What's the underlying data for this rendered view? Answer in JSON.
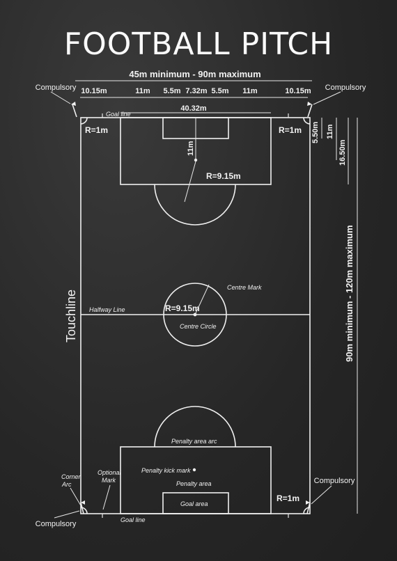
{
  "title": "FOOTBALL PITCH",
  "width_range": "45m minimum -  90m maximum",
  "length_range": "90m minimum - 120m maximum",
  "dimensions": {
    "corner_width": "10.15m",
    "penalty_side": "11m",
    "goal_side": "5.5m",
    "goal_width": "7.32m",
    "penalty_width": "40.32m",
    "goal_area_depth": "5.50m",
    "penalty_mark_distance": "11m",
    "penalty_area_depth": "16.50m",
    "corner_radius": "R=1m",
    "circle_radius": "R=9.15m"
  },
  "labels": {
    "compulsory": "Compulsory",
    "goal_line_top": "Goal line",
    "goal_line_bottom": "Goal line",
    "touchline": "Touchline",
    "halfway_line": "Halfway Line",
    "centre_mark": "Centre Mark",
    "centre_circle": "Centre Circle",
    "penalty_area_arc": "Penalty area arc",
    "penalty_kick_mark": "Penalty kick mark",
    "penalty_area": "Penalty area",
    "goal_area": "Goal area",
    "corner_arc_1": "Corner",
    "corner_arc_2": "Arc",
    "optional_mark_1": "Optional",
    "optional_mark_2": "Mark"
  }
}
